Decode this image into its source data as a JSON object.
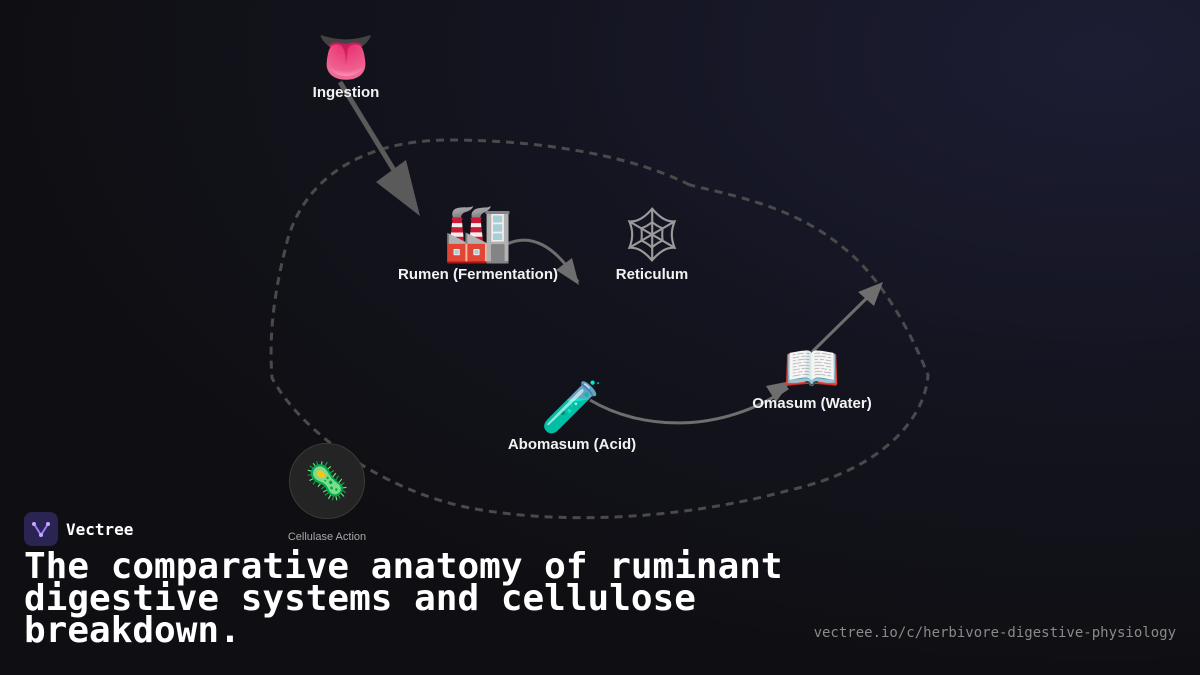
{
  "diagram": {
    "nodes": [
      {
        "id": "ingestion",
        "icon": "tongue-icon",
        "glyph": "👅",
        "label": "Ingestion"
      },
      {
        "id": "rumen",
        "icon": "factory-icon",
        "glyph": "🏭",
        "label": "Rumen (Fermentation)"
      },
      {
        "id": "reticulum",
        "icon": "spider-web-icon",
        "glyph": "🕸",
        "label": "Reticulum"
      },
      {
        "id": "omasum",
        "icon": "open-book-icon",
        "glyph": "📖",
        "label": "Omasum (Water)"
      },
      {
        "id": "abomasum",
        "icon": "test-tube-icon",
        "glyph": "🧪",
        "label": "Abomasum (Acid)"
      }
    ],
    "badge": {
      "icon": "microbe-icon",
      "glyph": "🦠",
      "label": "Cellulase Action"
    },
    "colors": {
      "arrow": "#5a5a5a",
      "curve": "#6e6e6e",
      "boundary": "#4a4a4a"
    }
  },
  "brand": {
    "name": "Vectree",
    "logo_color": "#7b5cff"
  },
  "title": "The comparative anatomy of ruminant digestive systems and cellulose breakdown.",
  "url": "vectree.io/c/herbivore-digestive-physiology"
}
